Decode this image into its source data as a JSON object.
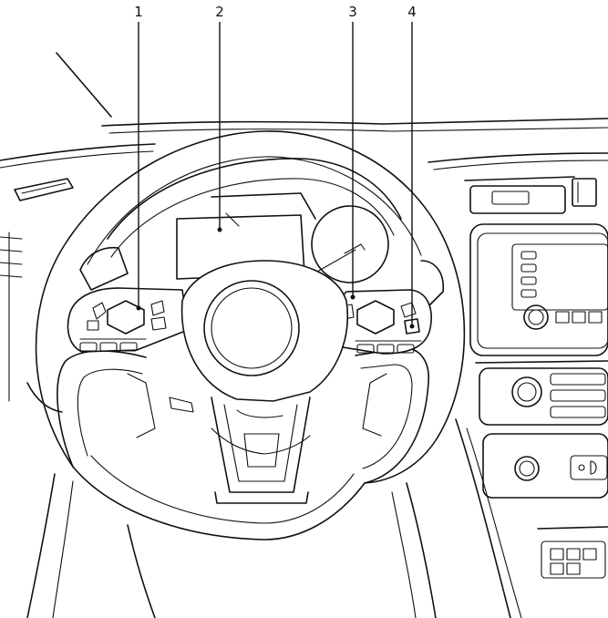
{
  "callouts": [
    {
      "label": "1",
      "name": "left-steering-switch-buttons"
    },
    {
      "label": "2",
      "name": "vehicle-information-display"
    },
    {
      "label": "3",
      "name": "right-steering-switch-buttons"
    },
    {
      "label": "4",
      "name": "right-steering-switch-side-button"
    }
  ],
  "colors": {
    "line": "#111111",
    "background": "#ffffff"
  }
}
